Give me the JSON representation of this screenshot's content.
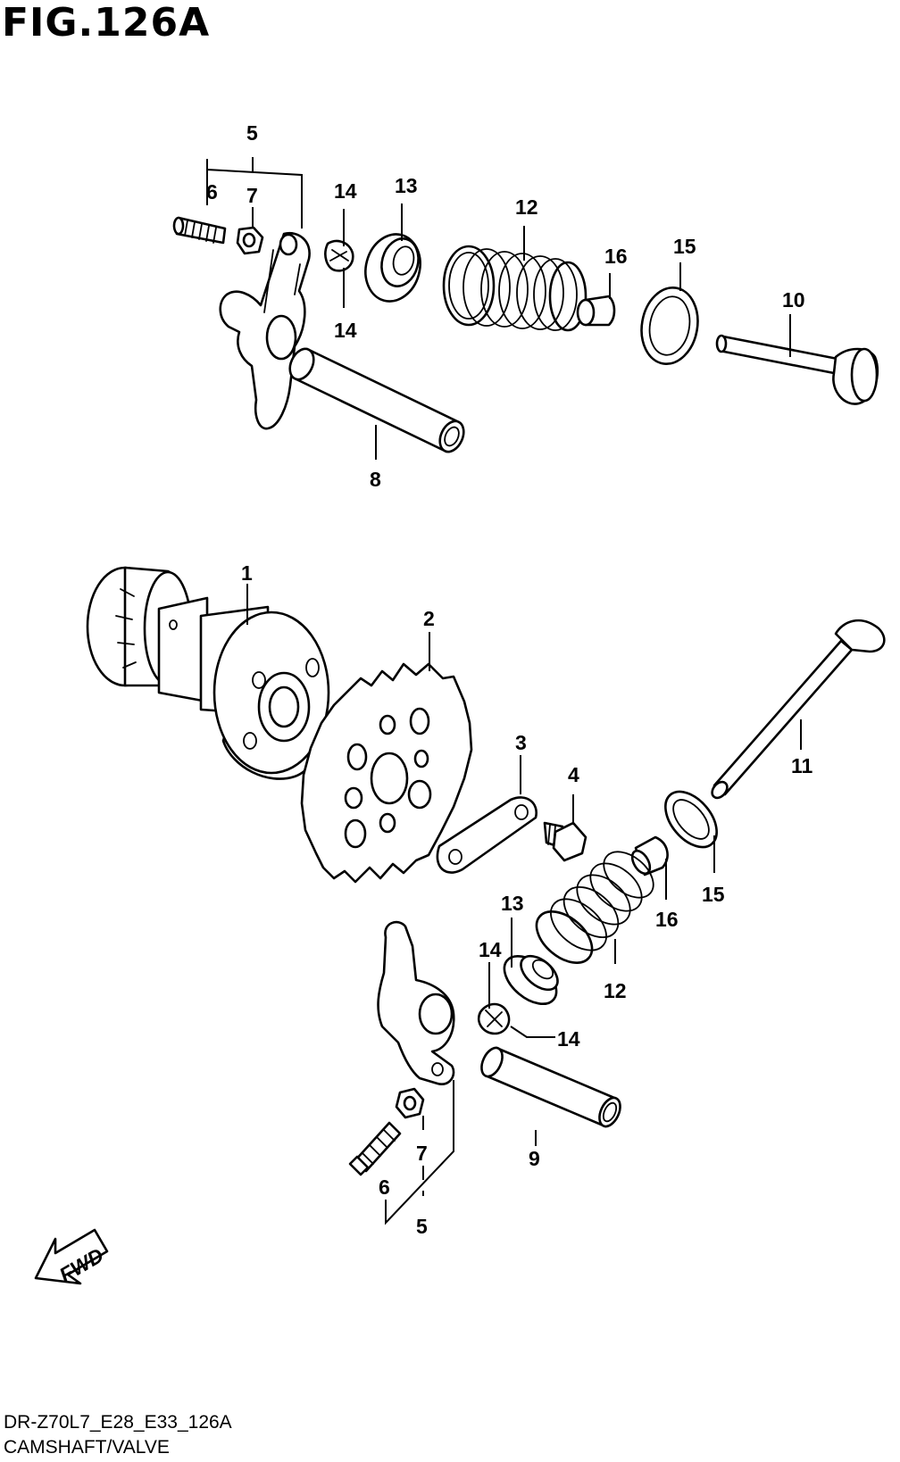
{
  "figure": {
    "title": "FIG.126A",
    "model_code": "DR-Z70L7_E28_E33_126A",
    "name": "CAMSHAFT/VALVE",
    "direction_label": "FWD"
  },
  "callouts": {
    "c1": "1",
    "c2": "2",
    "c3": "3",
    "c4": "4",
    "c5_top": "5",
    "c5_bottom": "5",
    "c6_top": "6",
    "c6_bottom": "6",
    "c7_top": "7",
    "c7_bottom": "7",
    "c8": "8",
    "c9": "9",
    "c10": "10",
    "c11": "11",
    "c12_top": "12",
    "c12_bottom": "12",
    "c13_top": "13",
    "c13_bottom": "13",
    "c14_top_a": "14",
    "c14_top_b": "14",
    "c14_bottom_a": "14",
    "c14_bottom_b": "14",
    "c15_top": "15",
    "c15_bottom": "15",
    "c16_top": "16",
    "c16_bottom": "16"
  }
}
